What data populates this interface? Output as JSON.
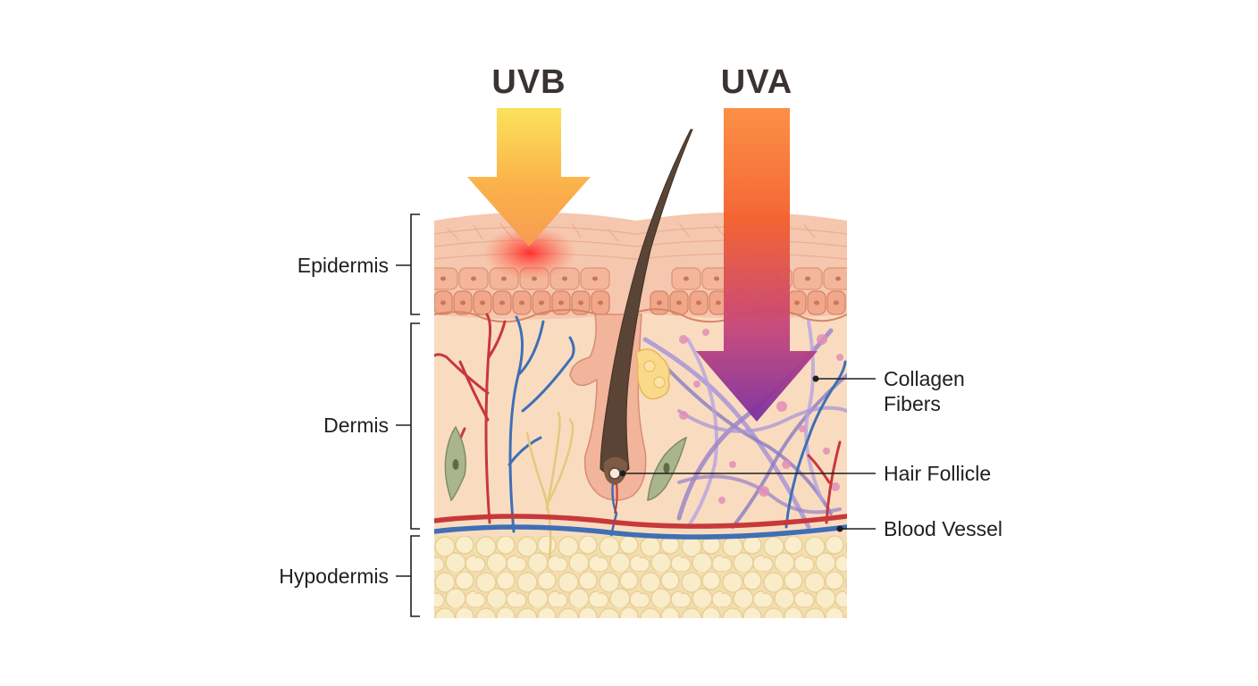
{
  "rays": {
    "uvb": {
      "label": "UVB",
      "colors": [
        "#fbe25a",
        "#fbb24a",
        "#f79a52"
      ]
    },
    "uva": {
      "label": "UVA",
      "colors": [
        "#fb8a3c",
        "#f45f2b",
        "#c5457a",
        "#7a2fa0"
      ]
    }
  },
  "layers": {
    "epidermis": "Epidermis",
    "dermis": "Dermis",
    "hypodermis": "Hypodermis"
  },
  "callouts": {
    "collagen_line1": "Collagen",
    "collagen_line2": "Fibers",
    "hair_follicle": "Hair Follicle",
    "blood_vessel": "Blood Vessel"
  },
  "colors": {
    "epidermis": "#f5b79c",
    "dermis": "#f9dcc0",
    "hypodermis": "#f6e2b5",
    "artery": "#c8383a",
    "vein": "#3f6fb5",
    "hair": "#5a4436",
    "collagen": "#9c86c7"
  }
}
